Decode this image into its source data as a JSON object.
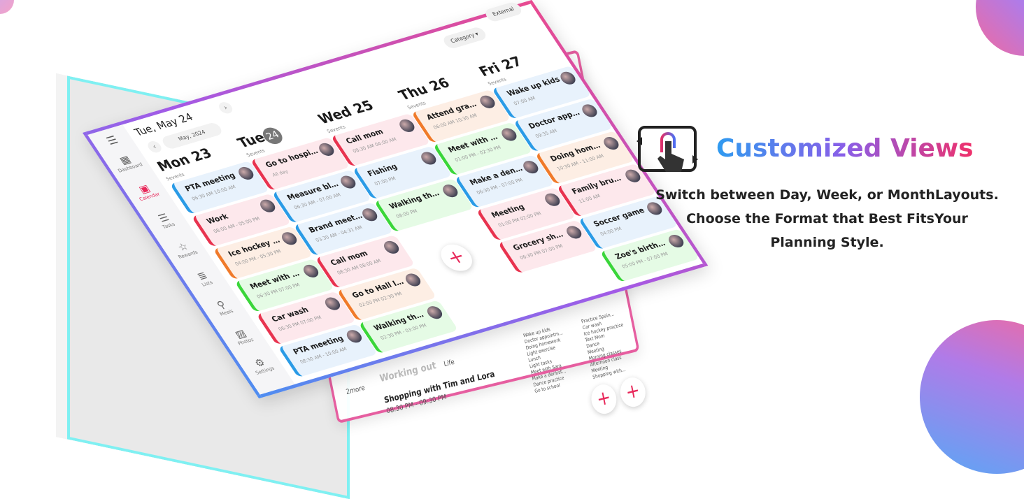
{
  "promo": {
    "title": "Customized Views",
    "lines": [
      "Switch between Day, Week, or MonthLayouts.",
      "Choose the Format that Best FitsYour",
      "Planning Style."
    ]
  },
  "header": {
    "date": "Tue, May 24",
    "month": "May, 2024",
    "category": "Category",
    "external": "External"
  },
  "sidebar": [
    {
      "label": "Dashboard",
      "icon": "▦"
    },
    {
      "label": "Calendar",
      "icon": "▣",
      "active": true
    },
    {
      "label": "Tasks",
      "icon": "☰"
    },
    {
      "label": "Rewards",
      "icon": "☆"
    },
    {
      "label": "Lists",
      "icon": "≣"
    },
    {
      "label": "Meals",
      "icon": "⚲"
    },
    {
      "label": "Photos",
      "icon": "▨"
    },
    {
      "label": "Settings",
      "icon": "⚙"
    }
  ],
  "days": [
    {
      "name": "Mon 23",
      "sub": "5events",
      "events": [
        {
          "t": "PTA meeting",
          "tm": "06:30 AM  10:00 AM",
          "c": "blue"
        },
        {
          "t": "Work",
          "tm": "08:00 AM - 05:00 PM",
          "c": "pink"
        },
        {
          "t": "Ice hockey practice",
          "tm": "04:00 PM - 05:30 PM",
          "c": "orange"
        },
        {
          "t": "Meet with Tim",
          "tm": "06:30 PM  07:00 PM",
          "c": "green"
        },
        {
          "t": "Car wash",
          "tm": "06:30 PM  07:00 PM",
          "c": "pink"
        },
        {
          "t": "PTA meeting",
          "tm": "08:30 AM - 10:00 AM",
          "c": "blue"
        }
      ]
    },
    {
      "name": "Tue",
      "badge": "24",
      "sub": "5events",
      "events": [
        {
          "t": "Go to hospital",
          "tm": "All day",
          "c": "pink"
        },
        {
          "t": "Measure blood sugar",
          "tm": "06:30 AM - 07:00 AM",
          "c": "blue"
        },
        {
          "t": "Brand meeting wit...",
          "tm": "03:30 AM - 04:31 AM",
          "c": "blue"
        },
        {
          "t": "Call mom",
          "tm": "08:30 AM  08:00 AM",
          "c": "pink"
        },
        {
          "t": "Go to Hall Ice Rink ...",
          "tm": "02:00 PM  02:30 PM",
          "c": "orange"
        },
        {
          "t": "Walking the dog",
          "tm": "02:30 PM - 03:00 PM",
          "c": "green"
        }
      ]
    },
    {
      "name": "Wed 25",
      "sub": "5events",
      "events": [
        {
          "t": "Call mom",
          "tm": "08:30 AM  04:00 AM",
          "c": "pink"
        },
        {
          "t": "Fishing",
          "tm": "07:00 PM",
          "c": "blue"
        },
        {
          "t": "Walking the dog",
          "tm": "08:00 PM",
          "c": "green"
        }
      ]
    },
    {
      "name": "Thu 26",
      "sub": "5events",
      "events": [
        {
          "t": "Attend graduation c...",
          "tm": "06:00 AM  10:30 AM",
          "c": "orange"
        },
        {
          "t": "Meet with Sara",
          "tm": "01:00 PM - 02:30 PM",
          "c": "green"
        },
        {
          "t": "Make a dentist appo...",
          "tm": "06:30 PM - 07:00 PM",
          "c": "blue"
        },
        {
          "t": "Meeting",
          "tm": "01:00 PM  02:00 PM",
          "c": "pink"
        },
        {
          "t": "Grocery shopping",
          "tm": "06:30 PM  07:00 PM",
          "c": "pink"
        }
      ]
    },
    {
      "name": "Fri 27",
      "sub": "5events",
      "events": [
        {
          "t": "Wake up kids",
          "tm": "07:00 AM",
          "c": "blue"
        },
        {
          "t": "Doctor appointme...",
          "tm": "09:35 AM",
          "c": "blue"
        },
        {
          "t": "Doing homework",
          "tm": "10:30 AM - 11:00 AM",
          "c": "orange"
        },
        {
          "t": "Family brunch",
          "tm": "11:00 AM",
          "c": "pink"
        },
        {
          "t": "Soccer game",
          "tm": "04:00 PM",
          "c": "blue"
        },
        {
          "t": "Zoe's birthd...",
          "tm": "05:00 PM - 07:00 PM",
          "c": "green"
        }
      ]
    }
  ],
  "back": {
    "working": "Working out",
    "life": "Life",
    "shopping": "Shopping with Tim and Lora",
    "shopping_time": "08:30 PM - 09:30 PM",
    "more": "2more",
    "items": [
      "Wake up kids",
      "Doctor appointm...",
      "Doing homework",
      "Light exercise",
      "Lunch",
      "Light tasks",
      "Meet with Sara",
      "Make a dentist...",
      "Dance practice",
      "Go to school",
      "Practice Spain...",
      "Car wash",
      "Ice hockey practice",
      "Text Mom",
      "Dance",
      "Meeting",
      "Morning classes",
      "Afternoon class",
      "Meeting",
      "Shopping with..."
    ]
  },
  "fab": "+"
}
